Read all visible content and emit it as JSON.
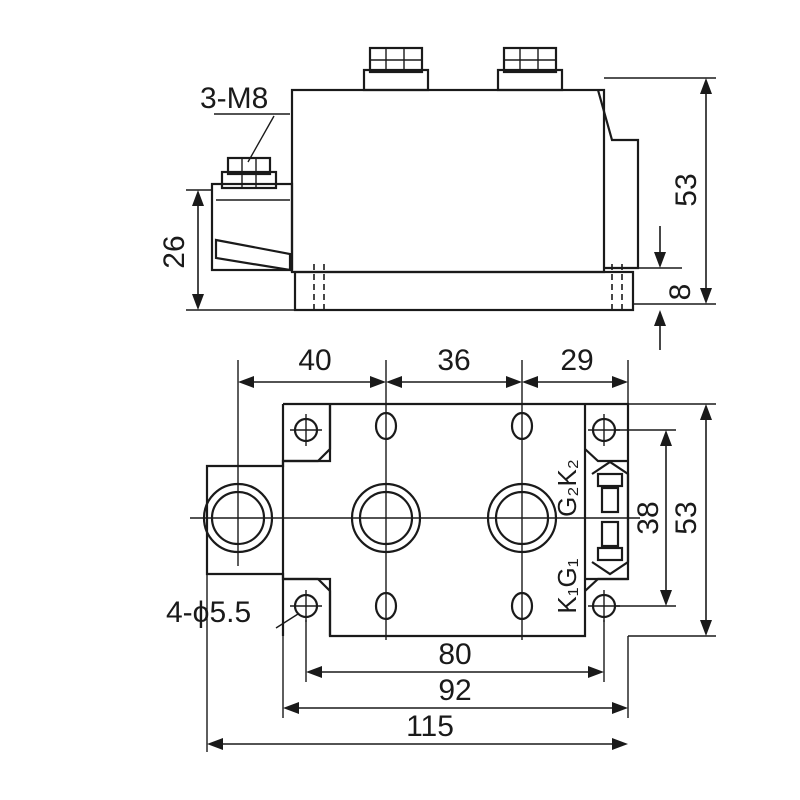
{
  "side_view": {
    "terminal_thread_label": "3-M8",
    "height_label": "26",
    "total_height_label": "53",
    "base_height_label": "8"
  },
  "top_view": {
    "spacing_1_label": "40",
    "spacing_2_label": "36",
    "spacing_3_label": "29",
    "hole_label": "4-ϕ5.5",
    "pin_spacing_label": "38",
    "width_label": "53",
    "hole_spacing_label": "80",
    "inner_length_label": "92",
    "overall_length_label": "115",
    "gate_labels": {
      "g2k2": "G₂K₂",
      "k1g1": "K₁G₁"
    }
  },
  "colors": {
    "line": "#1a1a1a",
    "background": "#ffffff"
  }
}
